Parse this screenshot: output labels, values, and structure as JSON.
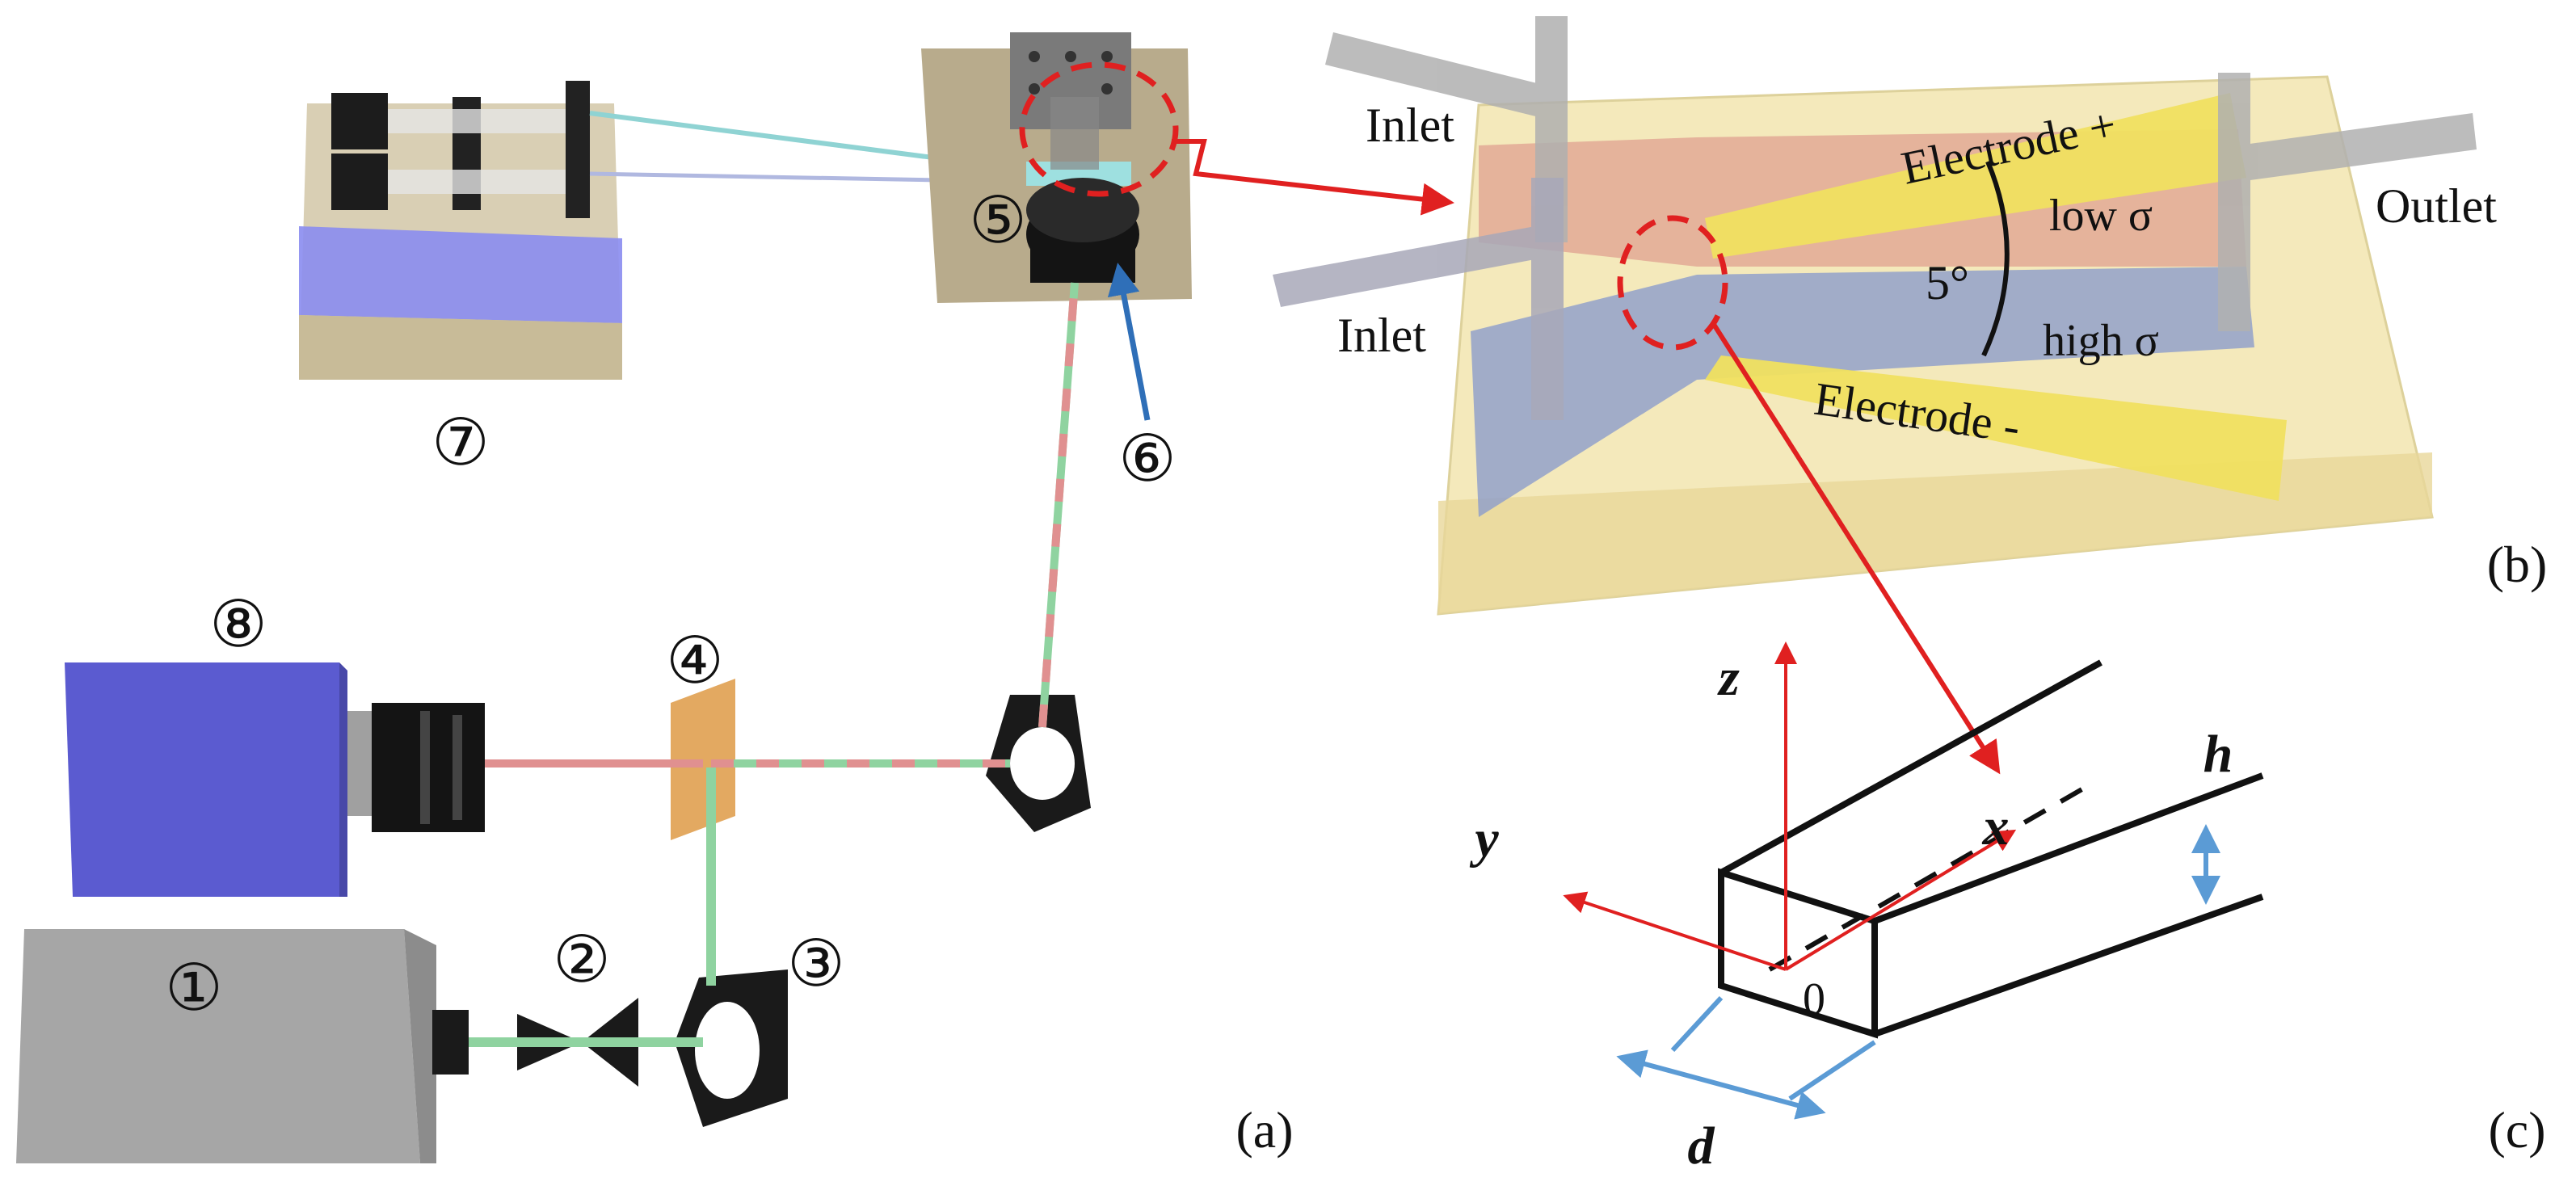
{
  "panels": {
    "a": "(a)",
    "b": "(b)",
    "c": "(c)"
  },
  "setup_numbers": {
    "n1": "①",
    "n2": "②",
    "n3": "③",
    "n4": "④",
    "n5": "⑤",
    "n6": "⑥",
    "n7": "⑦",
    "n8": "⑧"
  },
  "chip": {
    "inlet_top": "Inlet",
    "inlet_bottom": "Inlet",
    "outlet": "Outlet",
    "electrode_pos": "Electrode +",
    "electrode_neg": "Electrode -",
    "low_sigma": "low σ",
    "high_sigma": "high σ",
    "angle": "5°"
  },
  "channel": {
    "axis_x": "x",
    "axis_y": "y",
    "axis_z": "z",
    "height": "h",
    "width": "d",
    "origin": "0"
  },
  "colors": {
    "laser_body": "#a6a6a6",
    "camera_body": "#5b5bd0",
    "stage": "#b8ab8c",
    "pump_base": "#d6cdb2",
    "pump_blue": "#8a8cf0",
    "dichroic": "#e0a050",
    "beam_green": "#8fd3a0",
    "beam_red": "#e09090",
    "electrode": "#f0e060",
    "low_sigma_region": "#e0a090",
    "high_sigma_region": "#8c9ccc",
    "pointer_red": "#e02020",
    "pointer_blue": "#2f6fb8",
    "dimension_blue": "#5b9bd5"
  }
}
